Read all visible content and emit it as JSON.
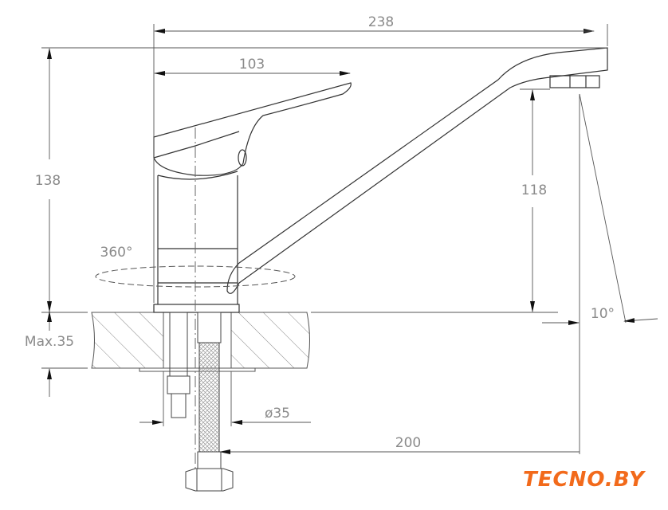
{
  "dimensions": {
    "total_length": "238",
    "handle_length": "103",
    "total_height": "138",
    "spout_height": "118",
    "rotation": "360°",
    "max_thickness": "Max.35",
    "hole_diameter": "ø35",
    "hose_length": "200",
    "angle": "10°"
  },
  "logo": {
    "text": "TECNO.BY",
    "color": "#f26a1b"
  },
  "colors": {
    "line": "#3a3a3a",
    "dim": "#8a8a8a"
  }
}
